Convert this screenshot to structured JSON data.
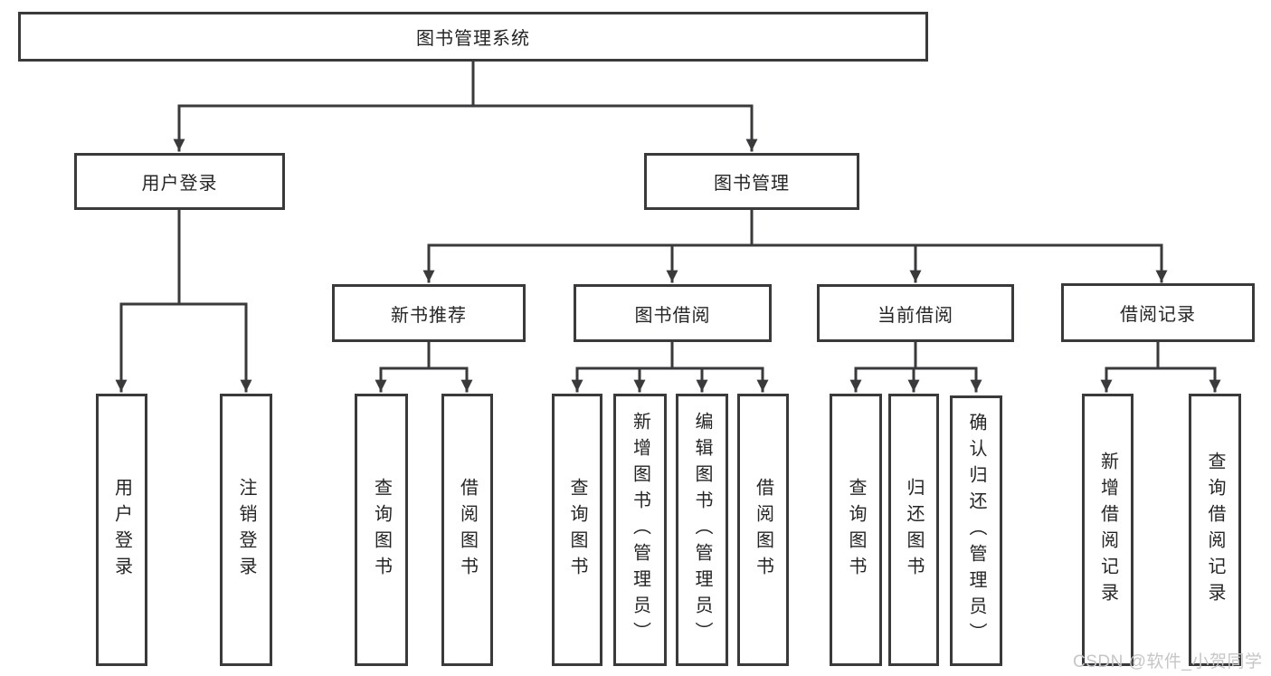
{
  "colors": {
    "line": "#3a3a3c",
    "box_border": "#3a3a3c",
    "box_fill": "#ffffff",
    "text": "#252527",
    "watermark": "#c5c6c8",
    "background": "#ffffff"
  },
  "watermark": {
    "text": "CSDN @软件_小贺同学"
  },
  "tree": {
    "root": "图书管理系统",
    "branches": [
      {
        "label": "用户登录",
        "children": [
          {
            "label": "用户登录"
          },
          {
            "label": "注销登录"
          }
        ]
      },
      {
        "label": "图书管理",
        "children": [
          {
            "label": "新书推荐",
            "children": [
              {
                "label": "查询图书"
              },
              {
                "label": "借阅图书"
              }
            ]
          },
          {
            "label": "图书借阅",
            "children": [
              {
                "label": "查询图书"
              },
              {
                "label": "新增图书（管理员）"
              },
              {
                "label": "编辑图书（管理员）"
              },
              {
                "label": "借阅图书"
              }
            ]
          },
          {
            "label": "当前借阅",
            "children": [
              {
                "label": "查询图书"
              },
              {
                "label": "归还图书"
              },
              {
                "label": "确认归还（管理员）"
              }
            ]
          },
          {
            "label": "借阅记录",
            "children": [
              {
                "label": "新增借阅记录"
              },
              {
                "label": "查询借阅记录"
              }
            ]
          }
        ]
      }
    ]
  }
}
